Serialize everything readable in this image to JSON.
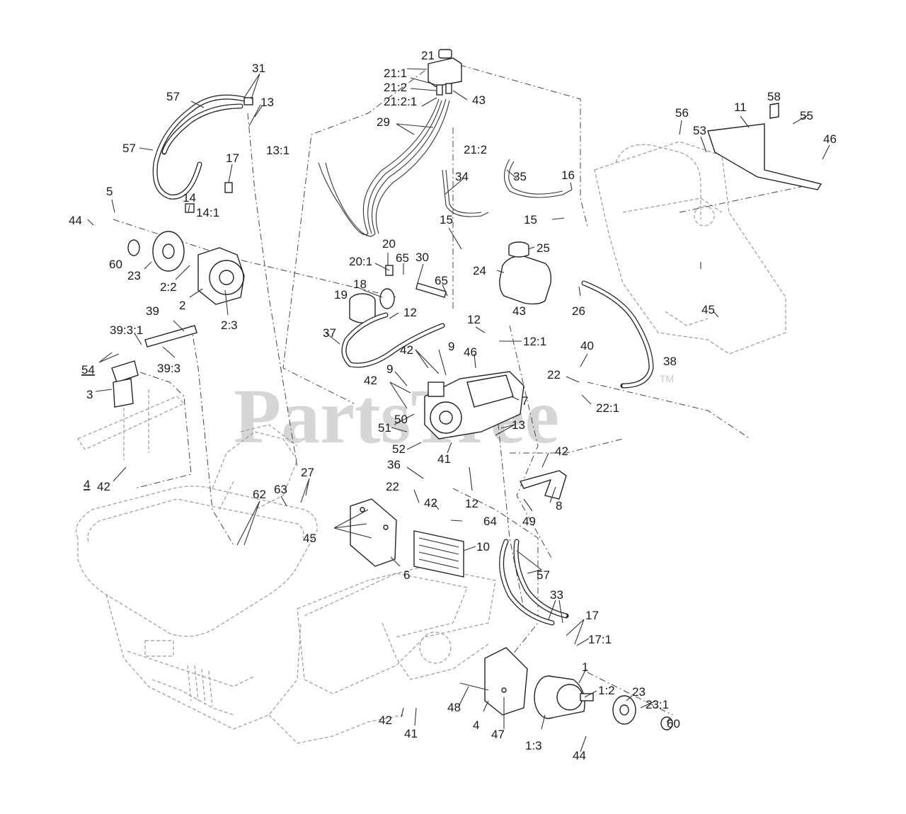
{
  "watermark": {
    "text": "PartsTree",
    "tm": "TM"
  },
  "callouts": [
    "1",
    "1:2",
    "1:3",
    "2",
    "2:2",
    "2:3",
    "3",
    "4",
    "4",
    "42",
    "5",
    "6",
    "7",
    "8",
    "9",
    "9",
    "10",
    "11",
    "12",
    "12",
    "12",
    "12:1",
    "13",
    "13",
    "13:1",
    "14",
    "14:1",
    "15",
    "15",
    "16",
    "17",
    "17",
    "17:1",
    "18",
    "19",
    "20",
    "20:1",
    "21",
    "21:1",
    "21:2",
    "21:2:1",
    "21:2",
    "22",
    "22",
    "22:1",
    "23",
    "23",
    "23:1",
    "24",
    "25",
    "26",
    "27",
    "29",
    "30",
    "31",
    "33",
    "34",
    "35",
    "36",
    "37",
    "38",
    "39",
    "39:3:1",
    "39:3",
    "40",
    "41",
    "41",
    "42",
    "42",
    "42",
    "42",
    "42",
    "43",
    "43",
    "44",
    "44",
    "45",
    "45",
    "46",
    "46",
    "47",
    "48",
    "49",
    "50",
    "51",
    "52",
    "53",
    "54",
    "55",
    "56",
    "57",
    "57",
    "57",
    "58",
    "60",
    "60",
    "62",
    "63",
    "64",
    "65",
    "65"
  ]
}
